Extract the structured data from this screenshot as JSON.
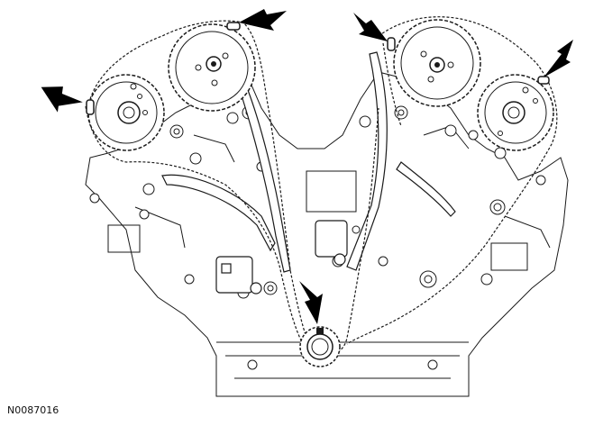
{
  "figure": {
    "id_label": "N0087016",
    "subject": "engine-timing-chain-front-view",
    "colors": {
      "line": "#1a1a1a",
      "fill": "#ffffff",
      "arrow": "#000000"
    },
    "sprockets": [
      {
        "name": "left-outer-camshaft-sprocket",
        "label": ""
      },
      {
        "name": "left-inner-camshaft-sprocket",
        "label": ""
      },
      {
        "name": "right-inner-camshaft-sprocket",
        "label": ""
      },
      {
        "name": "right-outer-camshaft-sprocket",
        "label": ""
      },
      {
        "name": "crankshaft-sprocket",
        "label": ""
      }
    ],
    "arrows": [
      {
        "name": "timing-mark-arrow-left-outer-cam"
      },
      {
        "name": "timing-mark-arrow-left-inner-cam"
      },
      {
        "name": "timing-mark-arrow-right-inner-cam"
      },
      {
        "name": "timing-mark-arrow-right-outer-cam"
      },
      {
        "name": "timing-mark-arrow-crankshaft"
      }
    ]
  }
}
